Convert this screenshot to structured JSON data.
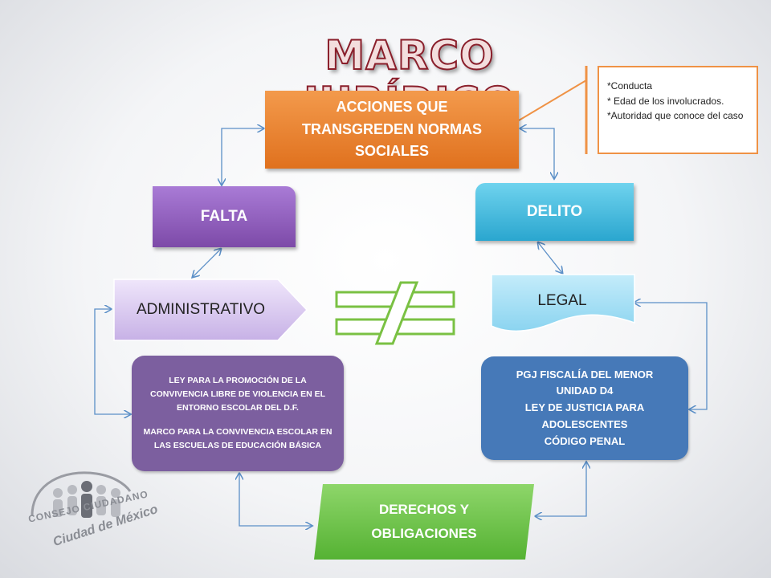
{
  "title": "MARCO JURÍDICO",
  "acciones": {
    "line1": "ACCIONES QUE",
    "line2": "TRANSGREDEN NORMAS",
    "line3": "SOCIALES"
  },
  "note": {
    "items": [
      "*Conducta",
      "* Edad de los involucrados.",
      "*Autoridad que conoce del caso"
    ]
  },
  "falta": {
    "label": "FALTA"
  },
  "delito": {
    "label": "DELITO"
  },
  "administrativo": {
    "label": "ADMINISTRATIVO"
  },
  "legal": {
    "label": "LEGAL"
  },
  "ley_box": {
    "para1": "LEY PARA LA PROMOCIÓN DE LA CONVIVENCIA LIBRE DE VIOLENCIA EN EL ENTORNO ESCOLAR DEL D.F.",
    "para2": "MARCO PARA LA CONVIVENCIA ESCOLAR EN LAS ESCUELAS DE EDUCACIÓN BÁSICA"
  },
  "pgj_box": {
    "lines": [
      "PGJ FISCALÍA DEL MENOR",
      "UNIDAD D4",
      "LEY DE JUSTICIA PARA",
      "ADOLESCENTES",
      "CÓDIGO PENAL"
    ]
  },
  "derechos": {
    "line1": "DERECHOS Y",
    "line2": "OBLIGACIONES"
  },
  "logo": {
    "line1": "CONSEJO CIUDADANO",
    "line2": "Ciudad de México"
  },
  "colors": {
    "orange": "#e8822f",
    "purple": "#8e5cbf",
    "cyan": "#3cb8e0",
    "green": "#6cc447",
    "dark_purple": "#7c5f9f",
    "blue": "#4679b8",
    "connector": "#5b8fc7"
  },
  "icons": {
    "not_equal": "not-equal-icon"
  }
}
